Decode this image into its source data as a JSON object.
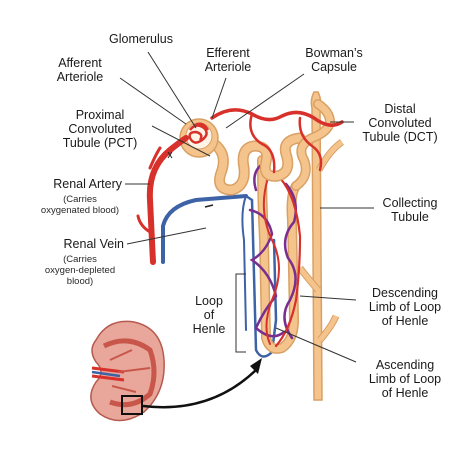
{
  "labels": {
    "glomerulus": "Glomerulus",
    "afferent_arteriole": "Afferent\nArteriole",
    "efferent_arteriole": "Efferent\nArteriole",
    "bowmans_capsule": "Bowman’s\nCapsule",
    "pct": "Proximal\nConvoluted\nTubule (PCT)",
    "dct": "Distal\nConvoluted\nTubule (DCT)",
    "renal_artery": "Renal Artery",
    "renal_artery_note": "(Carries\noxygenated blood)",
    "renal_vein": "Renal Vein",
    "renal_vein_note": "(Carries\noxygen-depleted\nblood)",
    "collecting_tubule": "Collecting\nTubule",
    "loop_of_henle": "Loop\nof\nHenle",
    "descending_limb": "Descending\nLimb of Loop\nof Henle",
    "ascending_limb": "Ascending\nLimb of Loop\nof Henle"
  },
  "colors": {
    "tubule": "#f4c48c",
    "tubule_edge": "#d9a064",
    "artery": "#d8302a",
    "vein": "#3d63a6",
    "capillary": "#7a2f8e",
    "kidney": "#e8a79a",
    "kidney_medulla": "#c9564a",
    "leader": "#333333"
  }
}
